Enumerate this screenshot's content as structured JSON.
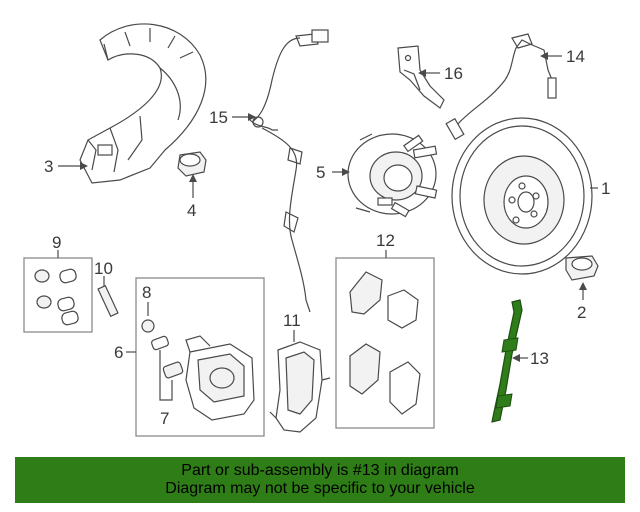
{
  "colors": {
    "highlight": "#2f7d1a",
    "highlight_stroke": "#1d4f10",
    "banner_bg": "#2e7d17",
    "line": "#4a4a4a",
    "group_box": "#8a8a8a"
  },
  "callouts": {
    "c1": "1",
    "c2": "2",
    "c3": "3",
    "c4": "4",
    "c5": "5",
    "c6": "6",
    "c7": "7",
    "c8": "8",
    "c9": "9",
    "c10": "10",
    "c11": "11",
    "c12": "12",
    "c13": "13",
    "c14": "14",
    "c15": "15",
    "c16": "16"
  },
  "banner": {
    "line1": "Part or sub-assembly is #13 in diagram",
    "line2": "Diagram may not be specific to your vehicle"
  }
}
